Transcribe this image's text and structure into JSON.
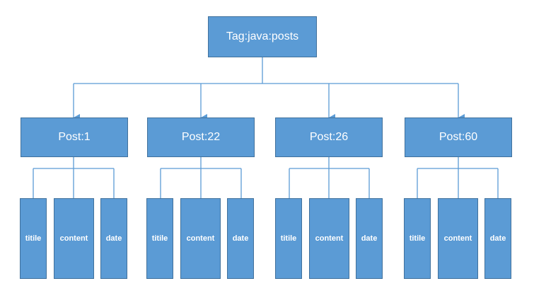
{
  "diagram": {
    "root": {
      "label": "Tag:java:posts"
    },
    "posts": [
      {
        "label": "Post:1",
        "fields": [
          "titile",
          "content",
          "date"
        ]
      },
      {
        "label": "Post:22",
        "fields": [
          "titile",
          "content",
          "date"
        ]
      },
      {
        "label": "Post:26",
        "fields": [
          "titile",
          "content",
          "date"
        ]
      },
      {
        "label": "Post:60",
        "fields": [
          "titile",
          "content",
          "date"
        ]
      }
    ],
    "colors": {
      "box_fill": "#5b9bd5",
      "box_border": "#41719c",
      "connector": "#5b9bd5",
      "text": "#ffffff"
    }
  }
}
